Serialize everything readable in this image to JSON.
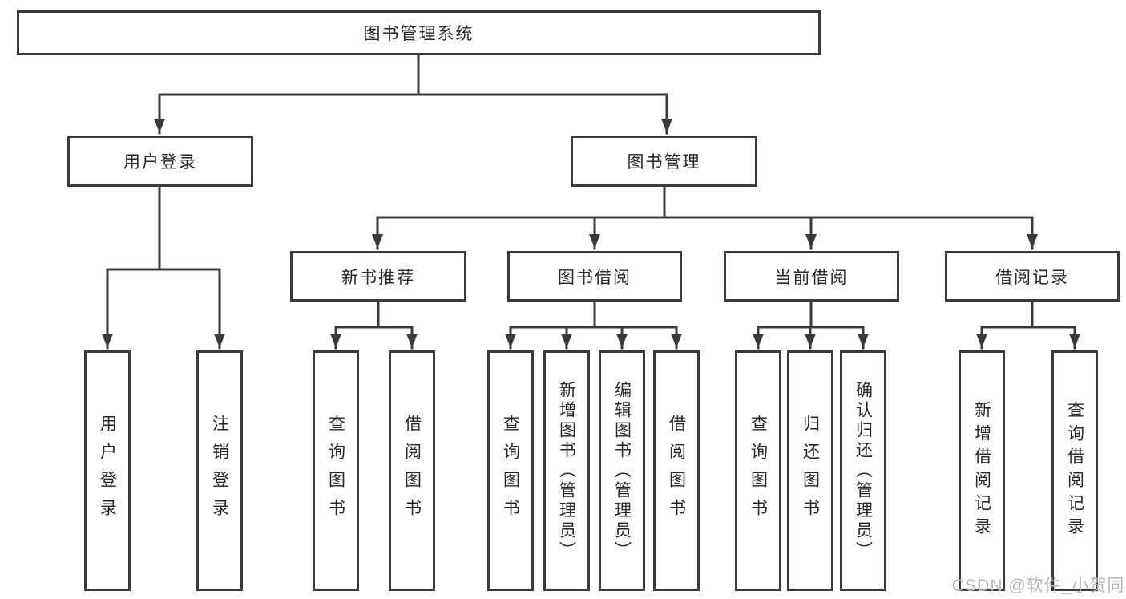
{
  "diagram_title": "图书管理系统",
  "tree": {
    "root": {
      "label": "图书管理系统",
      "children": [
        {
          "label": "用户登录",
          "children": [
            {
              "label": "用户登录"
            },
            {
              "label": "注销登录"
            }
          ]
        },
        {
          "label": "图书管理",
          "children": [
            {
              "label": "新书推荐",
              "children": [
                {
                  "label": "查询图书"
                },
                {
                  "label": "借阅图书"
                }
              ]
            },
            {
              "label": "图书借阅",
              "children": [
                {
                  "label": "查询图书"
                },
                {
                  "label": "新增图书（管理员）"
                },
                {
                  "label": "编辑图书（管理员）"
                },
                {
                  "label": "借阅图书"
                }
              ]
            },
            {
              "label": "当前借阅",
              "children": [
                {
                  "label": "查询图书"
                },
                {
                  "label": "归还图书"
                },
                {
                  "label": "确认归还（管理员）"
                }
              ]
            },
            {
              "label": "借阅记录",
              "children": [
                {
                  "label": "新增借阅记录"
                },
                {
                  "label": "查询借阅记录"
                }
              ]
            }
          ]
        }
      ]
    }
  },
  "watermark": {
    "text": "CSDN @软件_小贺同学"
  },
  "colors": {
    "line": "#3a3a3a",
    "box_border": "#3a3a3a",
    "box_fill": "#ffffff",
    "text": "#262626",
    "watermark": "#b6b6b6",
    "background": "#ffffff"
  }
}
